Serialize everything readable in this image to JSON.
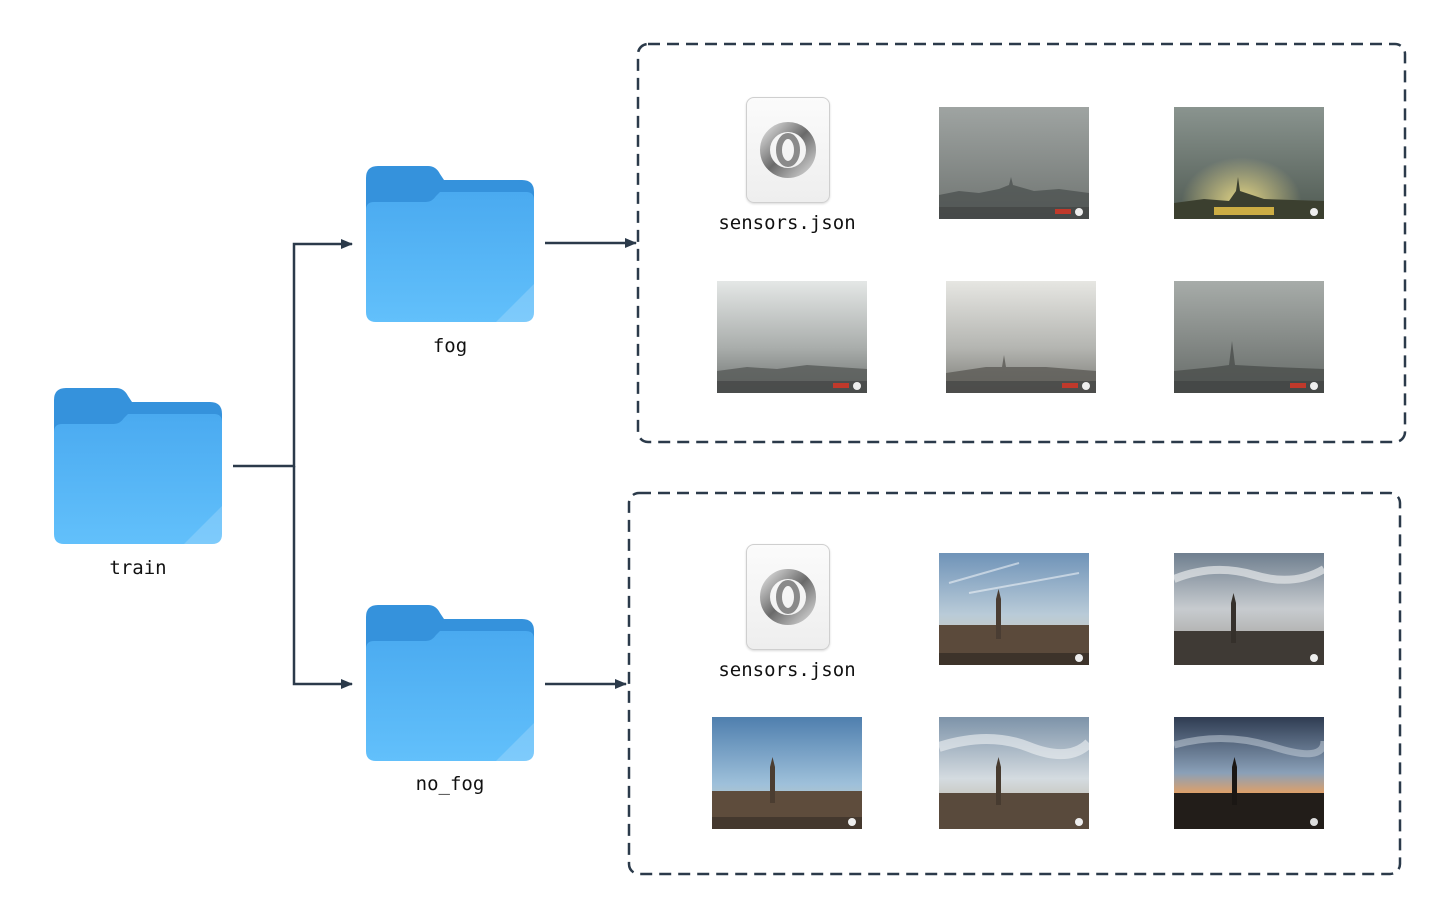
{
  "folders": {
    "root": "train",
    "fog": "fog",
    "no_fog": "no_fog"
  },
  "groups": {
    "fog": {
      "file": "sensors.json",
      "image_style": "fog"
    },
    "no_fog": {
      "file": "sensors.json",
      "image_style": "clear"
    }
  },
  "colors": {
    "folder_front": "#56b4f5",
    "folder_back": "#3a97e0",
    "line": "#2b3a4a"
  },
  "icons": {
    "folder": "folder-icon",
    "json": "json-file-icon",
    "photo": "webcam-photo-icon"
  }
}
